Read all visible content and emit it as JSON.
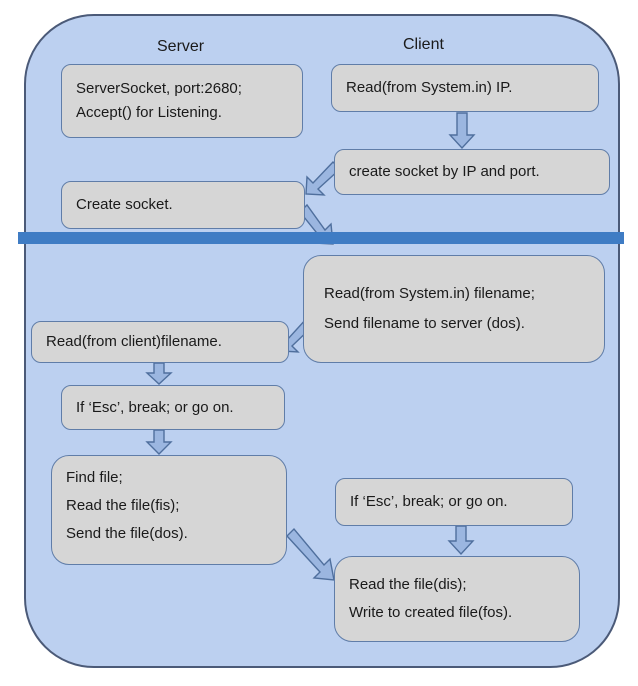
{
  "diagram": {
    "headers": {
      "server": "Server",
      "client": "Client"
    },
    "server_socket_box": {
      "lines": [
        "ServerSocket, port:2680;",
        "Accept()  for  Listening."
      ]
    },
    "client_read_ip_box": {
      "lines": [
        "Read(from System.in) IP."
      ]
    },
    "client_create_socket_box": {
      "lines": [
        "create socket by IP and port."
      ]
    },
    "server_create_socket_box": {
      "lines": [
        "Create socket."
      ]
    },
    "client_send_filename_box": {
      "lines": [
        "Read(from System.in) filename;",
        "Send filename to server (dos)."
      ]
    },
    "server_read_filename_box": {
      "lines": [
        "Read(from client)filename."
      ]
    },
    "server_esc_check_box": {
      "lines": [
        "If ‘Esc’, break; or go on."
      ]
    },
    "server_send_file_box": {
      "lines": [
        "Find file;",
        "Read the file(fis);",
        "Send the file(dos)."
      ]
    },
    "client_esc_check_box": {
      "lines": [
        "If ‘Esc’, break; or go on."
      ]
    },
    "client_write_file_box": {
      "lines": [
        "Read the file(dis);",
        "Write to created file(fos)."
      ]
    }
  },
  "colors": {
    "outer_fill": "#bcd0f0",
    "box_fill": "#d6d6d6",
    "box_border": "#607da8",
    "divider": "#3f7cc4",
    "arrow_fill": "#9bb6e0"
  }
}
